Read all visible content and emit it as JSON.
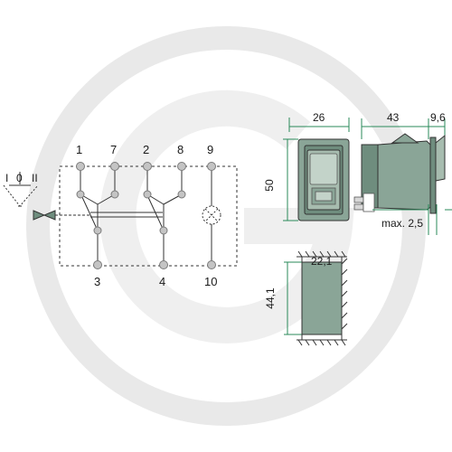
{
  "colors": {
    "watermark": "#e8e8e8",
    "line": "#333333",
    "dim_line": "#2a8a5a",
    "terminal": "#bcbcbc",
    "terminal_stroke": "#7a7a7a",
    "switch_body": "#8aa597",
    "switch_body_dark": "#6f8d7e"
  },
  "watermark": {
    "icon": "logo-g-watermark"
  },
  "switch_positions": {
    "left": "I",
    "center": "0",
    "right": "II"
  },
  "terminals": {
    "top": [
      "1",
      "7",
      "2",
      "8",
      "9"
    ],
    "bottom": [
      "3",
      "4",
      "10"
    ]
  },
  "front_view": {
    "width": "26",
    "height": "50"
  },
  "side_view": {
    "depth": "43",
    "rocker": "9,6",
    "panel": "max. 2,5"
  },
  "cutout": {
    "width": "22,1",
    "height": "44,1"
  }
}
